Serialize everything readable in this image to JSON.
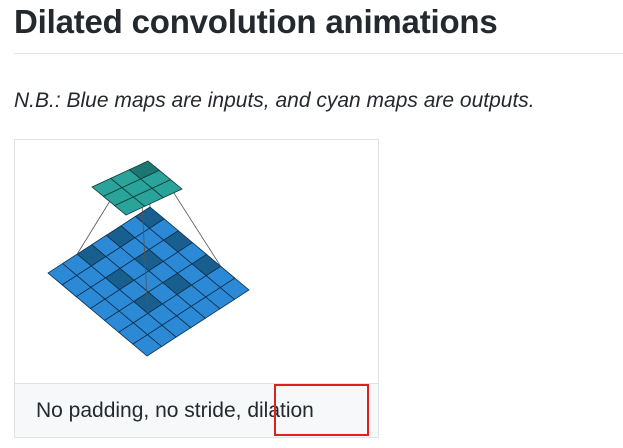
{
  "page": {
    "heading": "Dilated convolution animations",
    "note": "N.B.: Blue maps are inputs, and cyan maps are outputs."
  },
  "figure": {
    "caption_prefix": "No padding, no stride, ",
    "caption_highlight": "dilation",
    "highlight_color": "#e02020",
    "input_grid_size": 7,
    "output_grid_size": 3,
    "input_color": "#2b89d6",
    "input_dark_color": "#185f8f",
    "output_color": "#2aa39a",
    "output_dark_color": "#1d7670"
  }
}
